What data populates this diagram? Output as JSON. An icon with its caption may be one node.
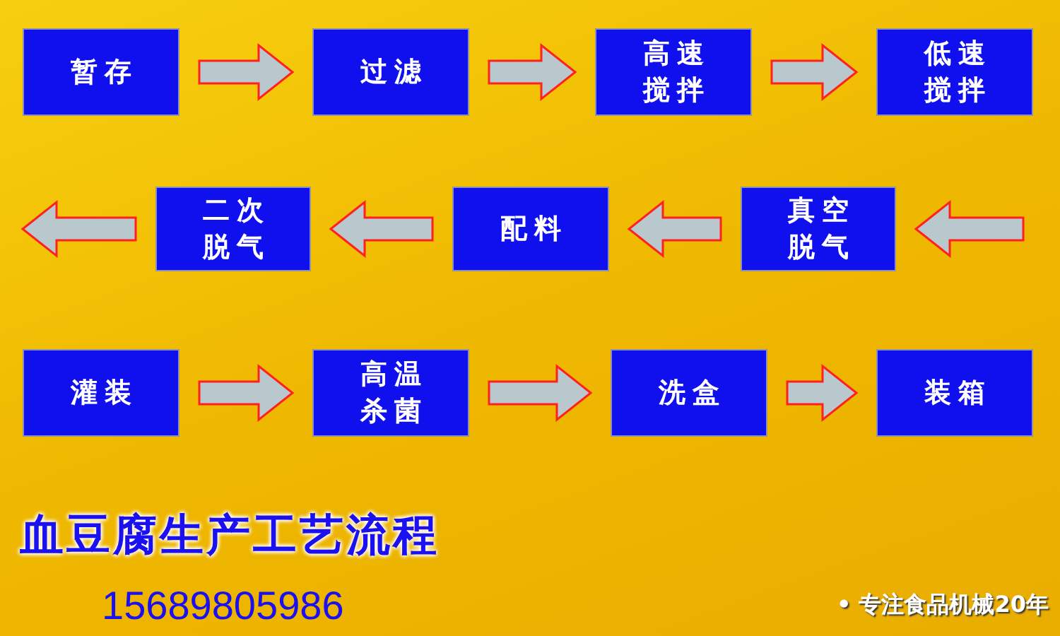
{
  "diagram": {
    "title": "血豆腐生产工艺流程",
    "nodes": [
      {
        "text": [
          "暂存"
        ]
      },
      {
        "text": [
          "过滤"
        ]
      },
      {
        "text": [
          "高速搅拌"
        ]
      },
      {
        "text": [
          "低速搅拌"
        ]
      },
      {
        "text": [
          "二次脱气"
        ]
      },
      {
        "text": [
          "配料"
        ]
      },
      {
        "text": [
          "真空脱气"
        ]
      },
      {
        "text": [
          "灌装"
        ]
      },
      {
        "text": [
          "高温杀菌"
        ]
      },
      {
        "text": [
          "洗盒"
        ]
      },
      {
        "text": [
          "装箱"
        ]
      }
    ],
    "edges": [
      {
        "from": 0,
        "to": 1,
        "arrow": "to"
      },
      {
        "from": 1,
        "to": 2,
        "arrow": "to"
      },
      {
        "from": 2,
        "to": 3,
        "arrow": "to"
      },
      {
        "from": null,
        "to": 6,
        "arrow": "to"
      },
      {
        "from": 6,
        "to": 5,
        "arrow": "to"
      },
      {
        "from": 5,
        "to": 4,
        "arrow": "to"
      },
      {
        "from": 4,
        "to": null,
        "arrow": "to"
      },
      {
        "from": 7,
        "to": 8,
        "arrow": "to"
      },
      {
        "from": 8,
        "to": 9,
        "arrow": "to"
      },
      {
        "from": 9,
        "to": 10,
        "arrow": "to"
      }
    ],
    "labels": [
      "15689805986",
      "• 专注食品机械20年"
    ]
  }
}
